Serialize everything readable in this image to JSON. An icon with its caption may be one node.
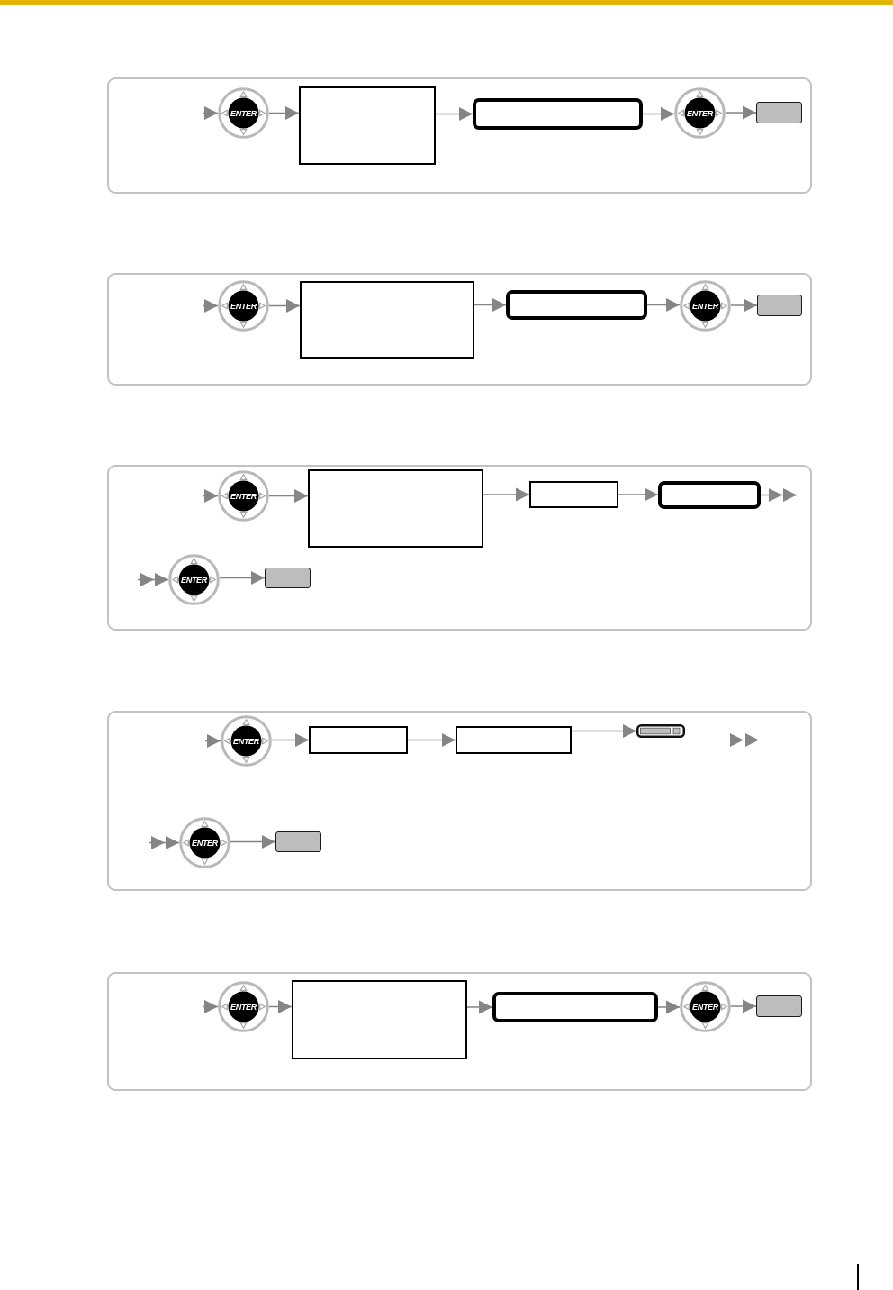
{
  "diagram": {
    "nodes": [
      {
        "text": [],
        "shape": "box"
      },
      {
        "text": [
          "ENTER"
        ],
        "in": 0
      },
      {
        "text": [],
        "shape": "box",
        "in": 0
      },
      {
        "text": [],
        "shape": "box",
        "in": 0
      },
      {
        "text": [
          "ENTER"
        ],
        "in": 0
      },
      {
        "text": [],
        "shape": "button",
        "in": 0
      },
      {
        "text": [],
        "shape": "box"
      },
      {
        "text": [
          "ENTER"
        ],
        "in": 6
      },
      {
        "text": [],
        "shape": "box",
        "in": 6
      },
      {
        "text": [],
        "shape": "box",
        "in": 6
      },
      {
        "text": [
          "ENTER"
        ],
        "in": 6
      },
      {
        "text": [],
        "shape": "button",
        "in": 6
      },
      {
        "text": [],
        "shape": "box"
      },
      {
        "text": [
          "ENTER"
        ],
        "in": 12
      },
      {
        "text": [],
        "shape": "box",
        "in": 12
      },
      {
        "text": [],
        "shape": "box",
        "in": 12
      },
      {
        "text": [],
        "shape": "box",
        "in": 12
      },
      {
        "text": [
          "ENTER"
        ],
        "in": 12
      },
      {
        "text": [],
        "shape": "button",
        "in": 12
      },
      {
        "text": [],
        "shape": "box"
      },
      {
        "text": [
          "ENTER"
        ],
        "in": 19
      },
      {
        "text": [],
        "shape": "box",
        "in": 19
      },
      {
        "text": [],
        "shape": "box",
        "in": 19
      },
      {
        "text": [],
        "shape": "bar",
        "in": 19
      },
      {
        "text": [
          "ENTER"
        ],
        "in": 19
      },
      {
        "text": [],
        "shape": "button",
        "in": 19
      },
      {
        "text": [],
        "shape": "box"
      },
      {
        "text": [
          "ENTER"
        ],
        "in": 26
      },
      {
        "text": [],
        "shape": "box",
        "in": 26
      },
      {
        "text": [],
        "shape": "box",
        "in": 26
      },
      {
        "text": [
          "ENTER"
        ],
        "in": 26
      },
      {
        "text": [],
        "shape": "button",
        "in": 26
      }
    ],
    "edges": [
      {
        "from": null,
        "to": 1,
        "arrow": "to"
      },
      {
        "from": 1,
        "to": 2,
        "arrow": "to"
      },
      {
        "from": 2,
        "to": 3,
        "arrow": "to"
      },
      {
        "from": 3,
        "to": 4,
        "arrow": "to"
      },
      {
        "from": 4,
        "to": 5,
        "arrow": "to"
      },
      {
        "from": null,
        "to": 7,
        "arrow": "to"
      },
      {
        "from": 7,
        "to": 8,
        "arrow": "to"
      },
      {
        "from": 8,
        "to": 9,
        "arrow": "to"
      },
      {
        "from": 9,
        "to": 10,
        "arrow": "to"
      },
      {
        "from": 10,
        "to": 11,
        "arrow": "to"
      },
      {
        "from": null,
        "to": 13,
        "arrow": "to"
      },
      {
        "from": 13,
        "to": 14,
        "arrow": "to"
      },
      {
        "from": 14,
        "to": 15,
        "arrow": "to"
      },
      {
        "from": 15,
        "to": 16,
        "arrow": "to"
      },
      {
        "from": 16,
        "to": null,
        "arrow": "to"
      },
      {
        "from": null,
        "to": 17,
        "arrow": "to"
      },
      {
        "from": 17,
        "to": 18,
        "arrow": "to"
      },
      {
        "from": null,
        "to": 20,
        "arrow": "to"
      },
      {
        "from": 20,
        "to": 21,
        "arrow": "to"
      },
      {
        "from": 21,
        "to": 22,
        "arrow": "to"
      },
      {
        "from": 22,
        "to": 23,
        "arrow": "to"
      },
      {
        "from": null,
        "to": 24,
        "arrow": "to"
      },
      {
        "from": 24,
        "to": 25,
        "arrow": "to"
      },
      {
        "from": null,
        "to": 27,
        "arrow": "to"
      },
      {
        "from": 27,
        "to": 28,
        "arrow": "to"
      },
      {
        "from": 28,
        "to": 29,
        "arrow": "to"
      },
      {
        "from": 29,
        "to": 30,
        "arrow": "to"
      },
      {
        "from": 30,
        "to": 31,
        "arrow": "to"
      }
    ]
  }
}
